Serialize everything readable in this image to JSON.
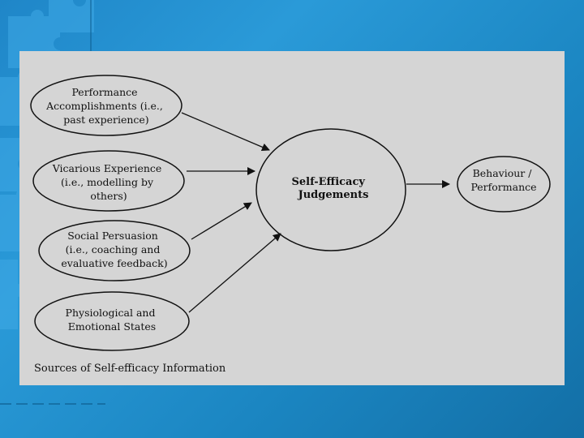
{
  "colors": {
    "background": "#1f86c8",
    "panel": "#d5d5d5",
    "stroke": "#111111"
  },
  "nodes": {
    "performance": {
      "lines": [
        "Performance",
        "Accomplishments (i.e.,",
        "past experience)"
      ]
    },
    "vicarious": {
      "lines": [
        "Vicarious Experience",
        "(i.e., modelling by",
        "others)"
      ]
    },
    "persuasion": {
      "lines": [
        "Social Persuasion",
        "(i.e., coaching and",
        "evaluative feedback)"
      ]
    },
    "physiological": {
      "lines": [
        "Physiological and",
        "Emotional States"
      ]
    },
    "self_efficacy": {
      "lines": [
        "Self-Efficacy",
        "Judgements"
      ]
    },
    "behaviour": {
      "lines": [
        "Behaviour /",
        "Performance"
      ]
    }
  },
  "caption": "Sources of Self-efficacy Information"
}
